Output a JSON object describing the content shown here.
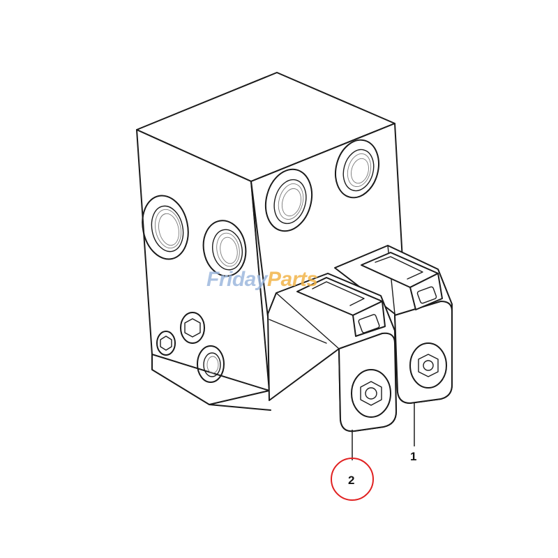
{
  "diagram": {
    "callouts": [
      {
        "id": "1",
        "label": "1",
        "highlighted": false
      },
      {
        "id": "2",
        "label": "2",
        "highlighted": true
      }
    ],
    "highlight_color": "#e02020",
    "line_color": "#1a1a1a"
  },
  "watermark": {
    "part1": "Friday",
    "part2": "Parts",
    "color1": "#9db8dd",
    "color2": "#f2b44a"
  }
}
